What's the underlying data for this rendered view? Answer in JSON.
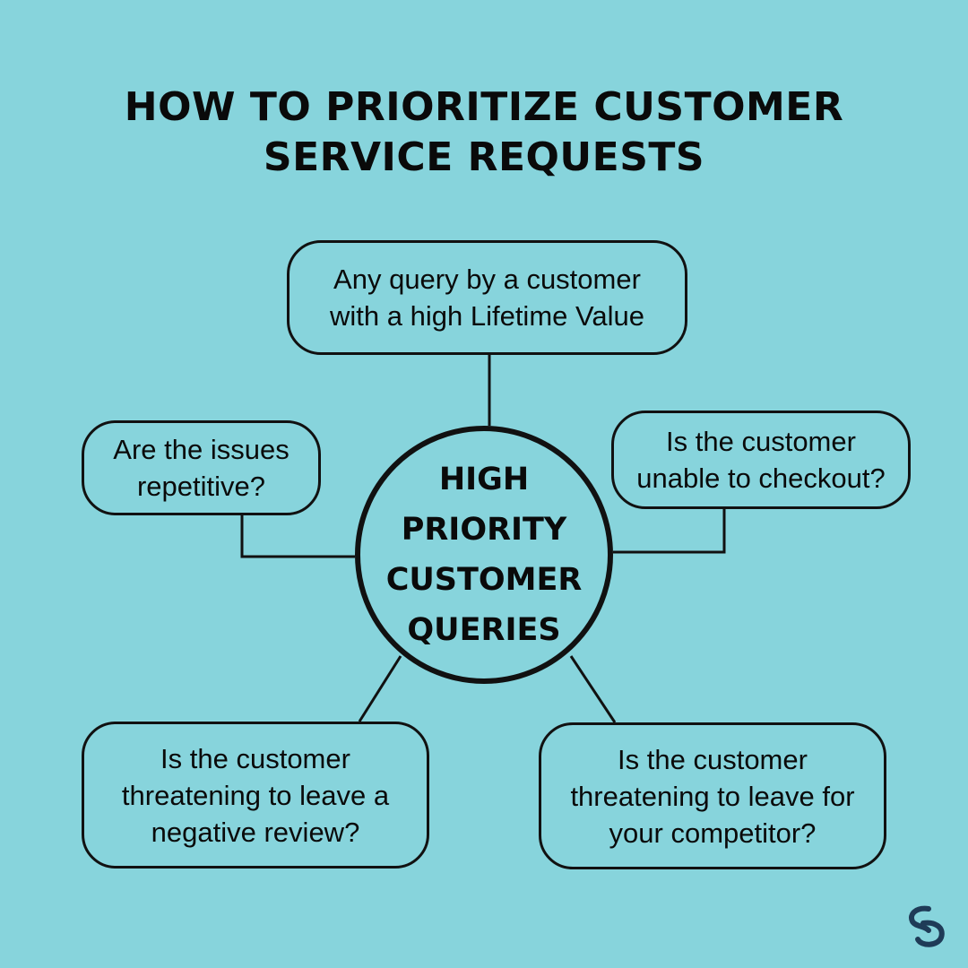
{
  "title": "HOW TO PRIORITIZE CUSTOMER SERVICE REQUESTS",
  "center_label": "HIGH PRIORITY CUSTOMER QUERIES",
  "nodes": {
    "top": "Any query by a customer with a high Lifetime Value",
    "left": "Are the issues repetitive?",
    "right": "Is the customer unable to checkout?",
    "bottom_left": "Is the customer threatening to leave a negative review?",
    "bottom_right": "Is the customer threatening to leave for your competitor?"
  },
  "colors": {
    "background": "#87d4dc",
    "stroke": "#111111",
    "logo": "#1f3b57"
  },
  "logo_icon": "brand-logo-icon"
}
